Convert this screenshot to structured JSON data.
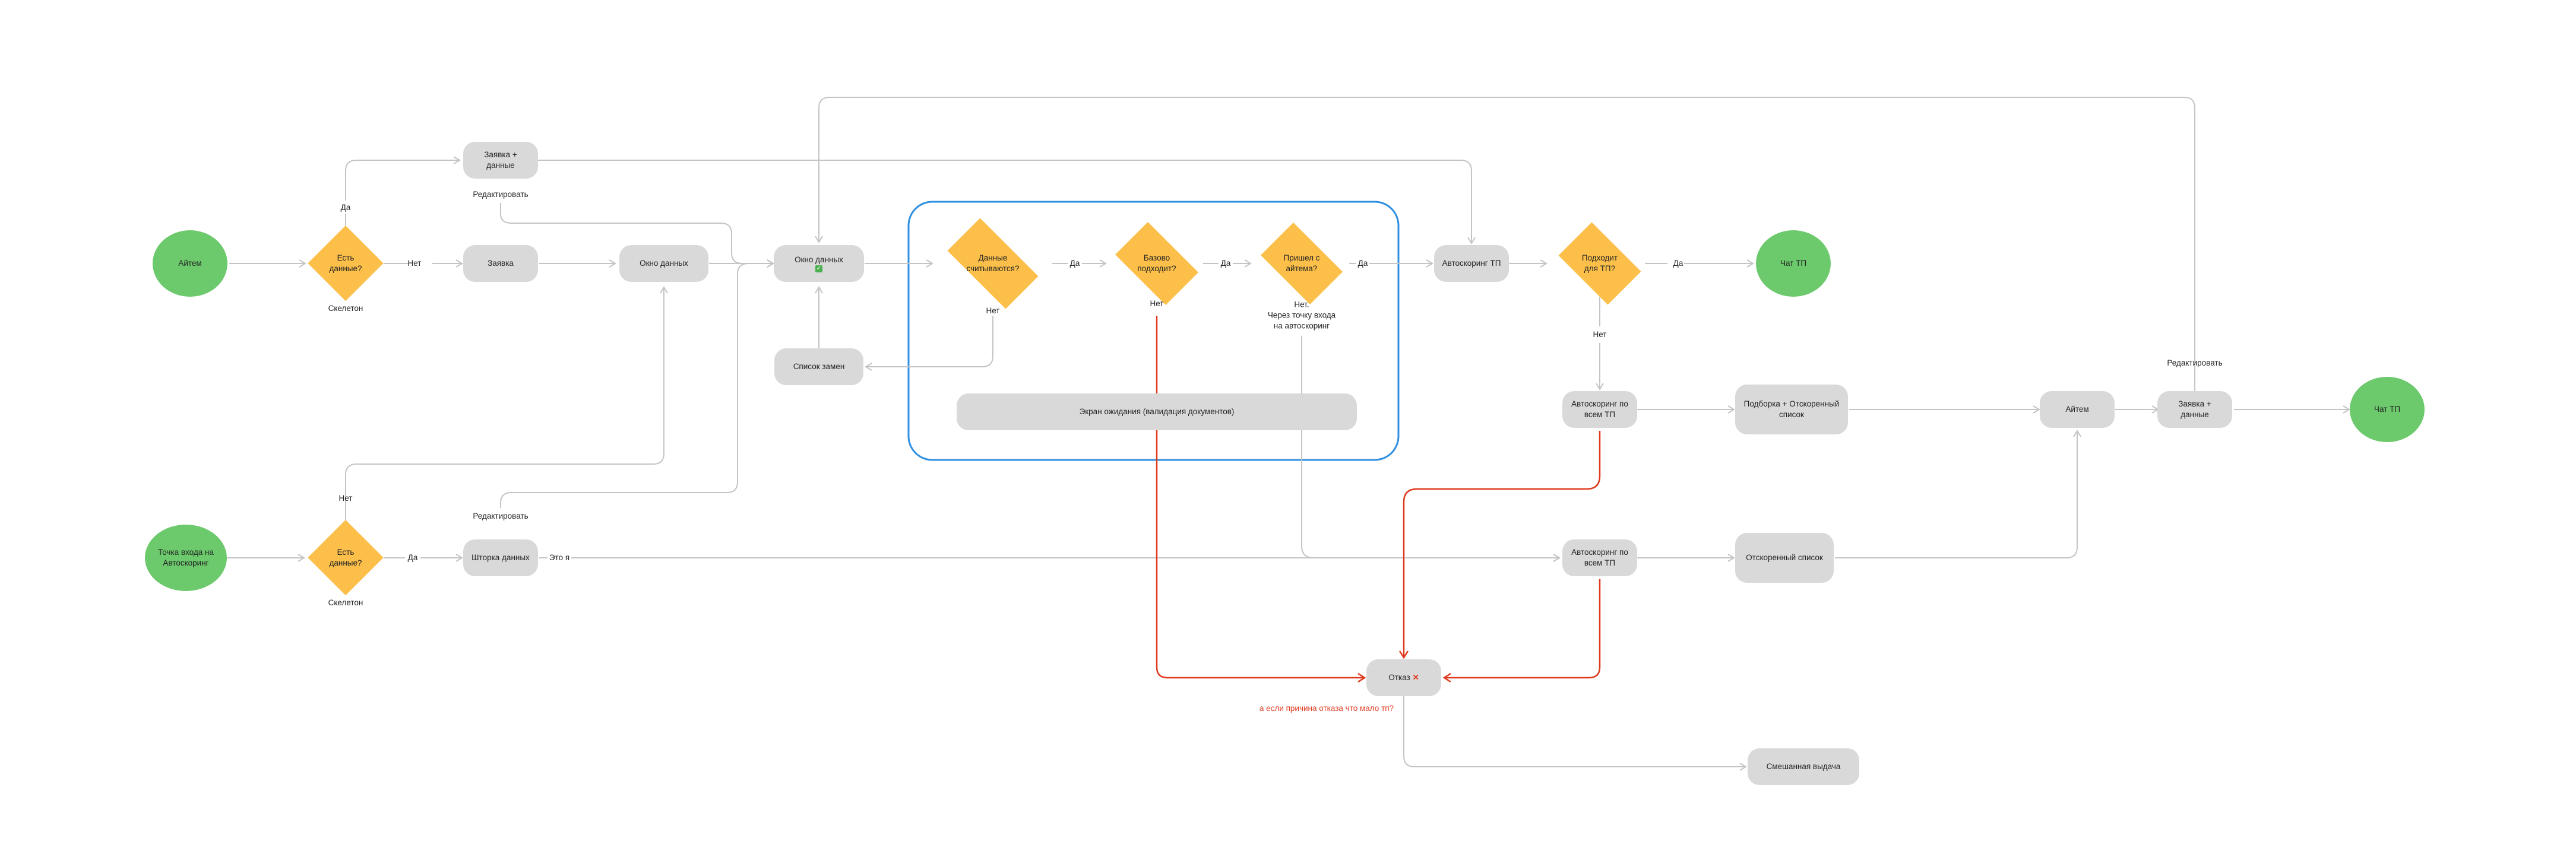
{
  "nodes": {
    "aitem_start": "Айтем",
    "has_data_1": "Есть данные?",
    "skeleton_1": "Скелетон",
    "yes_1": "Да",
    "no_1": "Нет",
    "request_data_top": "Заявка + данные",
    "edit_top": "Редактировать",
    "request": "Заявка",
    "data_window_1": "Окно данных",
    "data_window_2": "Окно данных",
    "replacements_list": "Список замен",
    "data_counted": "Данные считываются?",
    "yes_2": "Да",
    "no_2": "Нет",
    "basic_fits": "Базово подходит?",
    "yes_3": "Да",
    "no_3": "Нет",
    "came_from_aitem": "Пришел с айтема?",
    "yes_4": "Да",
    "no_4": "Нет.\nЧерез точку входа\nна автоскоринг",
    "waiting_screen": "Экран ожидания (валидация документов)",
    "autoscoring_tp": "Автоскоринг ТП",
    "fits_for_tp": "Подходит для ТП?",
    "yes_5": "Да",
    "no_5": "Нет",
    "chat_tp_1": "Чат ТП",
    "autoscoring_all_1": "Автоскоринг по всем ТП",
    "selection_list": "Подборка + Отскоренный список",
    "aitem_2": "Айтем",
    "request_data_right": "Заявка + данные",
    "edit_right": "Редактировать",
    "chat_tp_2": "Чат ТП",
    "entry_point": "Точка входа на Автоскоринг",
    "has_data_2": "Есть данные?",
    "skeleton_2": "Скелетон",
    "yes_6": "Да",
    "no_6": "Нет",
    "data_curtain": "Шторка данных",
    "edit_bottom": "Редактировать",
    "this_is_me": "Это я",
    "autoscoring_all_2": "Автоскоринг по всем ТП",
    "scored_list": "Отскоренный список",
    "refusal": "Отказ",
    "refusal_note": "а если причина отказа что мало тп?",
    "mixed_output": "Смешанная выдача"
  },
  "colors": {
    "terminal": "#6cc96c",
    "decision": "#fbbf4a",
    "process": "#d9d9d9",
    "arrow": "#c4c4c4",
    "highlight_arrow": "#e03a1e",
    "group_border": "#2f8fe0"
  },
  "icons": {
    "check": "white-check-mark-icon",
    "cross": "cross-mark-icon"
  }
}
